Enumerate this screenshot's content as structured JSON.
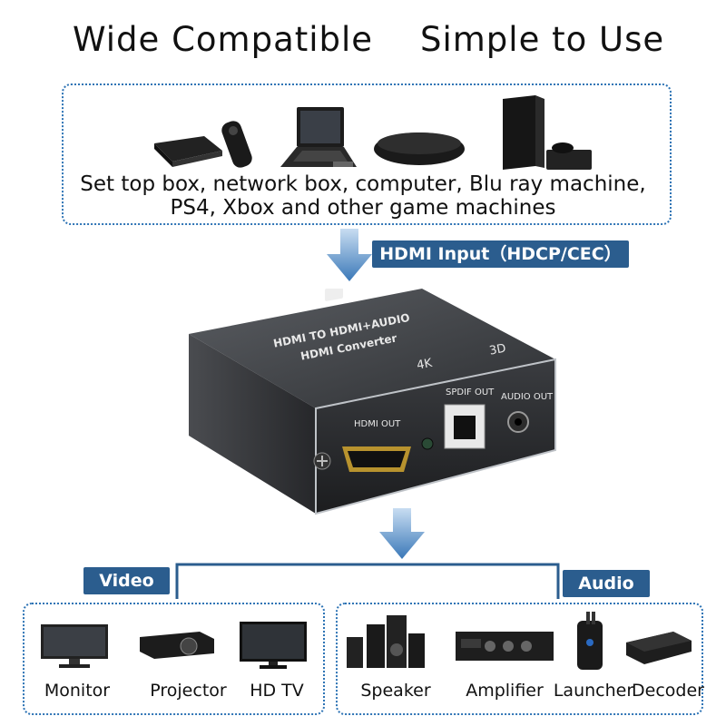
{
  "header": {
    "left_title": "Wide Compatible",
    "right_title": "Simple to Use"
  },
  "sources": {
    "line1": "Set top box, network box, computer, Blu ray machine,",
    "line2": "PS4, Xbox and other game machines",
    "icons": [
      "set-top-box-icon",
      "laptop-icon",
      "network-box-icon",
      "game-console-icon"
    ]
  },
  "input_label": "HDMI Input（HDCP/CEC）",
  "device": {
    "top_line1": "HDMI TO HDMI+AUDIO",
    "top_line2": "HDMI Converter",
    "badge_4k": "4K",
    "badge_3d": "3D",
    "port_hdmi_out": "HDMI OUT",
    "port_spdif_out": "SPDIF OUT",
    "port_audio_out": "AUDIO OUT"
  },
  "outputs": {
    "video_label": "Video",
    "audio_label": "Audio",
    "video_devices": [
      "Monitor",
      "Projector",
      "HD TV"
    ],
    "audio_devices": [
      "Speaker",
      "Amplifier",
      "Launcher",
      "Decoder"
    ]
  },
  "colors": {
    "accent_blue": "#2b5d8e",
    "dotted_border": "#2e74b5",
    "arrow_light": "#9cc3e6",
    "arrow_dark": "#3a78b8"
  }
}
